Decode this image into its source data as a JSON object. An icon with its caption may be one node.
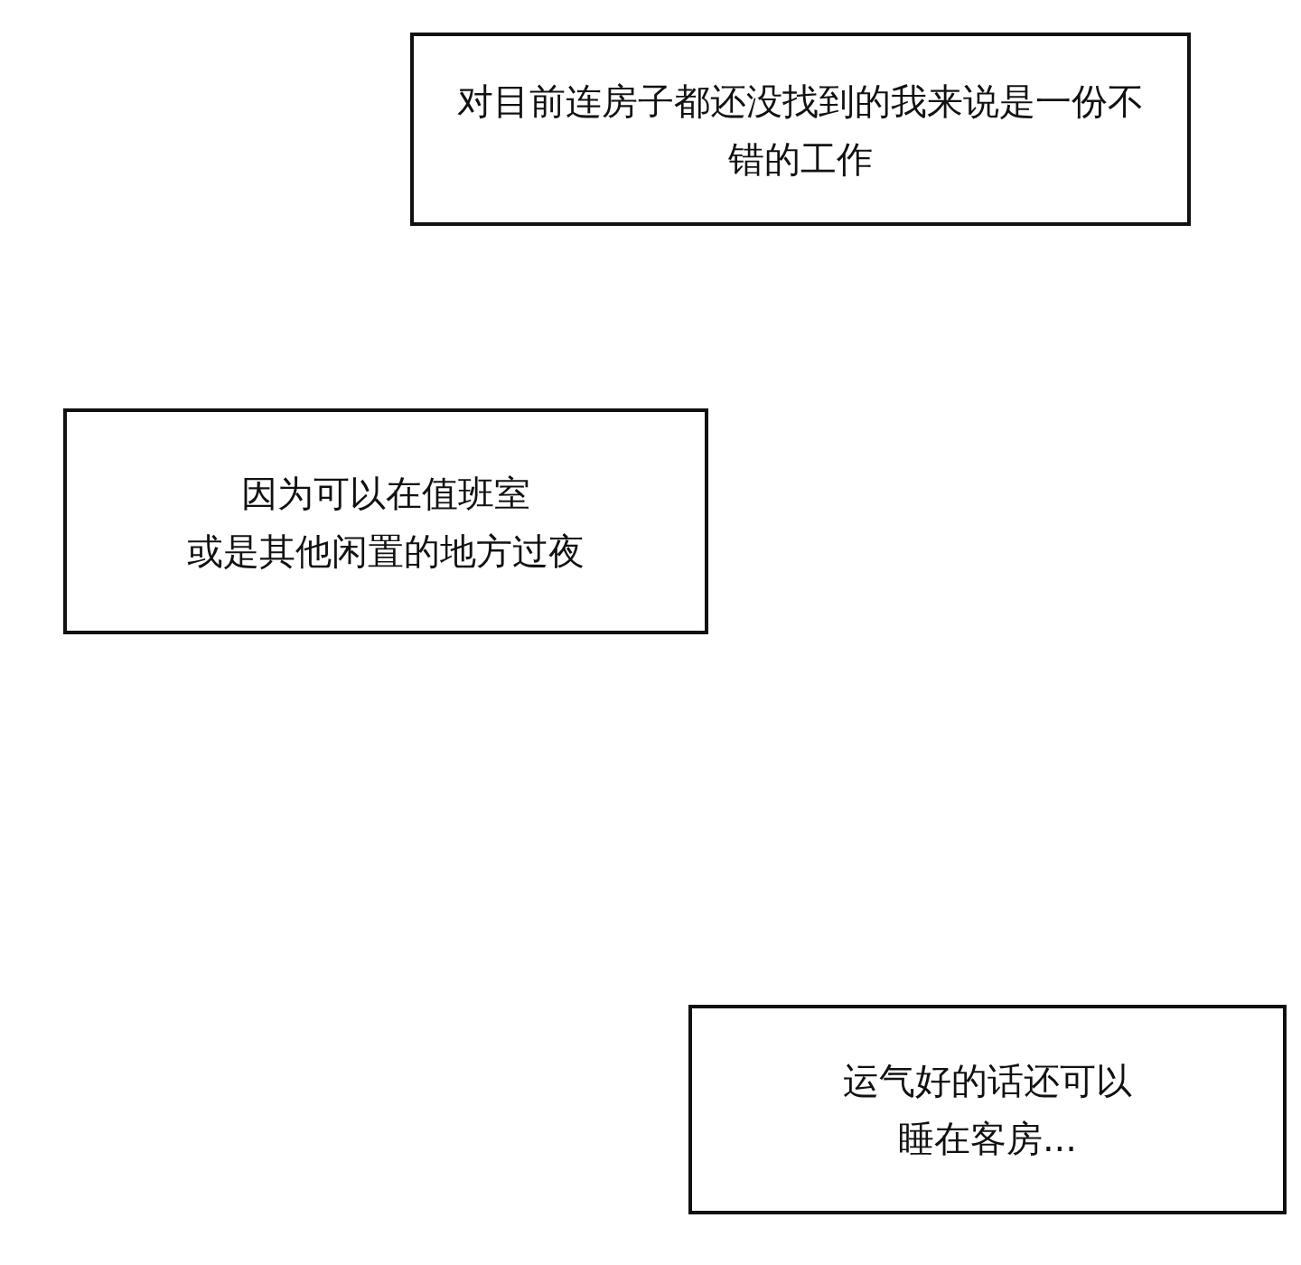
{
  "diagram": {
    "nodes": [
      {
        "text": [
          "对目前连房子都还没找到的我来说是一份不错的工作"
        ]
      },
      {
        "text": [
          "因为可以在值班室或是其他闲置的地方过夜"
        ]
      },
      {
        "text": [
          "运气好的话还可以睡在客房..."
        ]
      }
    ]
  }
}
